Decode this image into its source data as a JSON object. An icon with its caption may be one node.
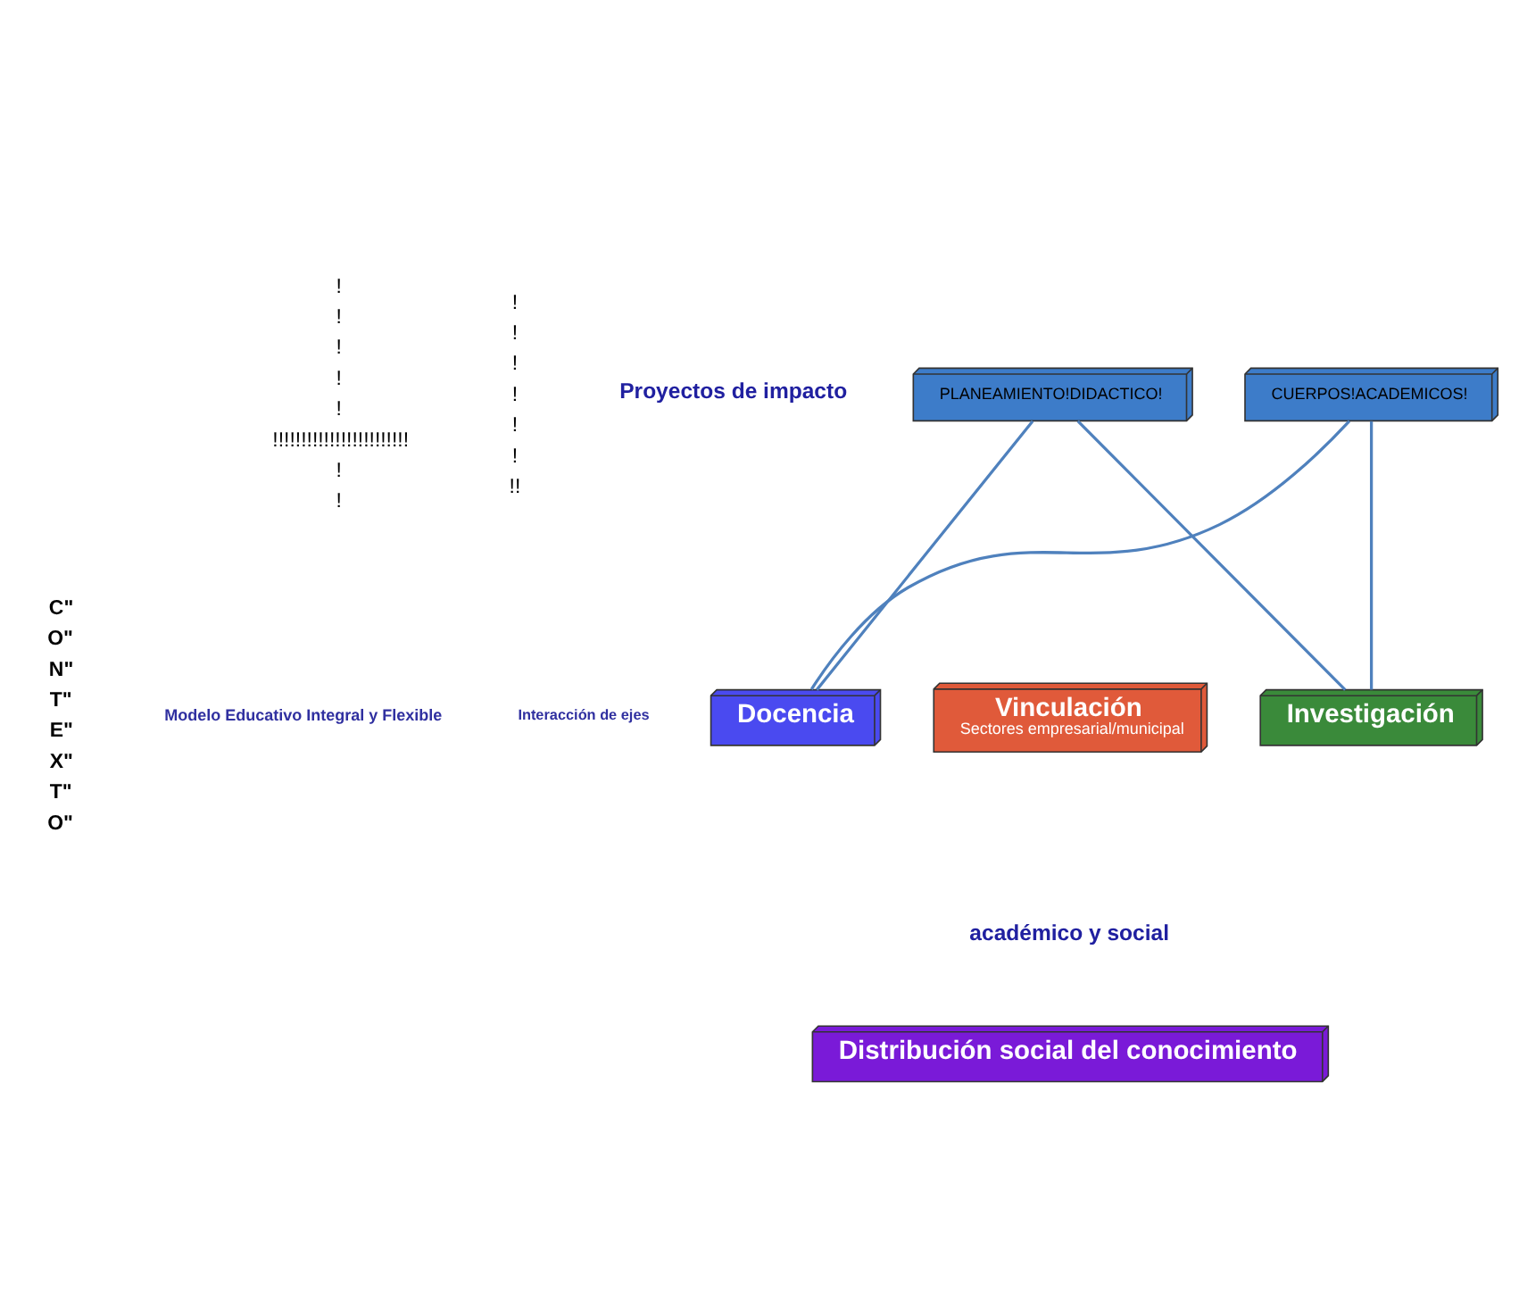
{
  "diagram": {
    "nodes": [
      {
        "text": [
          "CUERPOS!ACADEMICOS!"
        ]
      },
      {
        "text": [
          "Docencia"
        ]
      },
      {
        "text": [
          "Vinculación",
          "Sectores empresarial/municipal"
        ]
      },
      {
        "text": [
          "Investigación"
        ]
      },
      {
        "text": [
          "Distribución social del conocimiento"
        ]
      },
      {
        "text": [
          "PLANEAMIENTO!DIDACTICO!"
        ]
      }
    ],
    "edges": [
      {
        "from": 0,
        "to": 1,
        "arrow": "none"
      },
      {
        "from": 0,
        "to": 3,
        "arrow": "none"
      },
      {
        "from": 5,
        "to": 1,
        "arrow": "none"
      },
      {
        "from": 5,
        "to": 3,
        "arrow": "none"
      }
    ],
    "labels": [
      "!",
      "!",
      "!",
      "!",
      "!",
      "C\"",
      "O\"",
      "N\"",
      "T\"",
      "E\"",
      "X\"",
      "T\"",
      "O\"",
      "!!!!!!!!!!!!!!!!!!!!!!!!",
      "!",
      "!",
      "Modelo Educativo Integral y Flexible",
      "Interacción de ejes",
      "Proyectos de impacto",
      "académico y social",
      "!",
      "!",
      "!",
      "!",
      "!",
      "!",
      "!!"
    ]
  }
}
